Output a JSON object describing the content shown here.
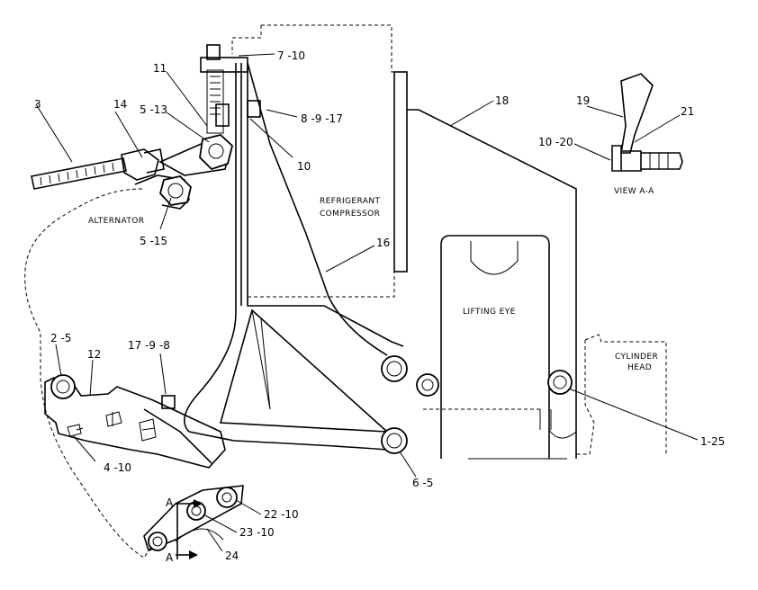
{
  "labels": {
    "callout_3": "3",
    "callout_14": "14",
    "callout_5_13": "5 -13",
    "callout_11": "11",
    "callout_7_10": "7 -10",
    "callout_8_9_17": "8 -9 -17",
    "callout_10": "10",
    "callout_18": "18",
    "callout_19": "19",
    "callout_21": "21",
    "callout_10_20": "10 -20",
    "view_aa": "VIEW  A-A",
    "refrigerant": "REFRIGERANT",
    "compressor": "COMPRESSOR",
    "alternator": "ALTERNATOR",
    "callout_5_15": "5 -15",
    "callout_16": "16",
    "lifting_eye": "LIFTING EYE",
    "cylinder": "CYLINDER",
    "head": "HEAD",
    "callout_2_5": "2 -5",
    "callout_12": "12",
    "callout_17_9_8": "17 -9 -8",
    "callout_1_25": "1-25",
    "callout_4_10": "4 -10",
    "callout_6_5": "6 -5",
    "section_a_top": "A",
    "section_a_bottom": "A",
    "callout_22_10": "22 -10",
    "callout_23_10": "23 -10",
    "callout_24": "24"
  }
}
